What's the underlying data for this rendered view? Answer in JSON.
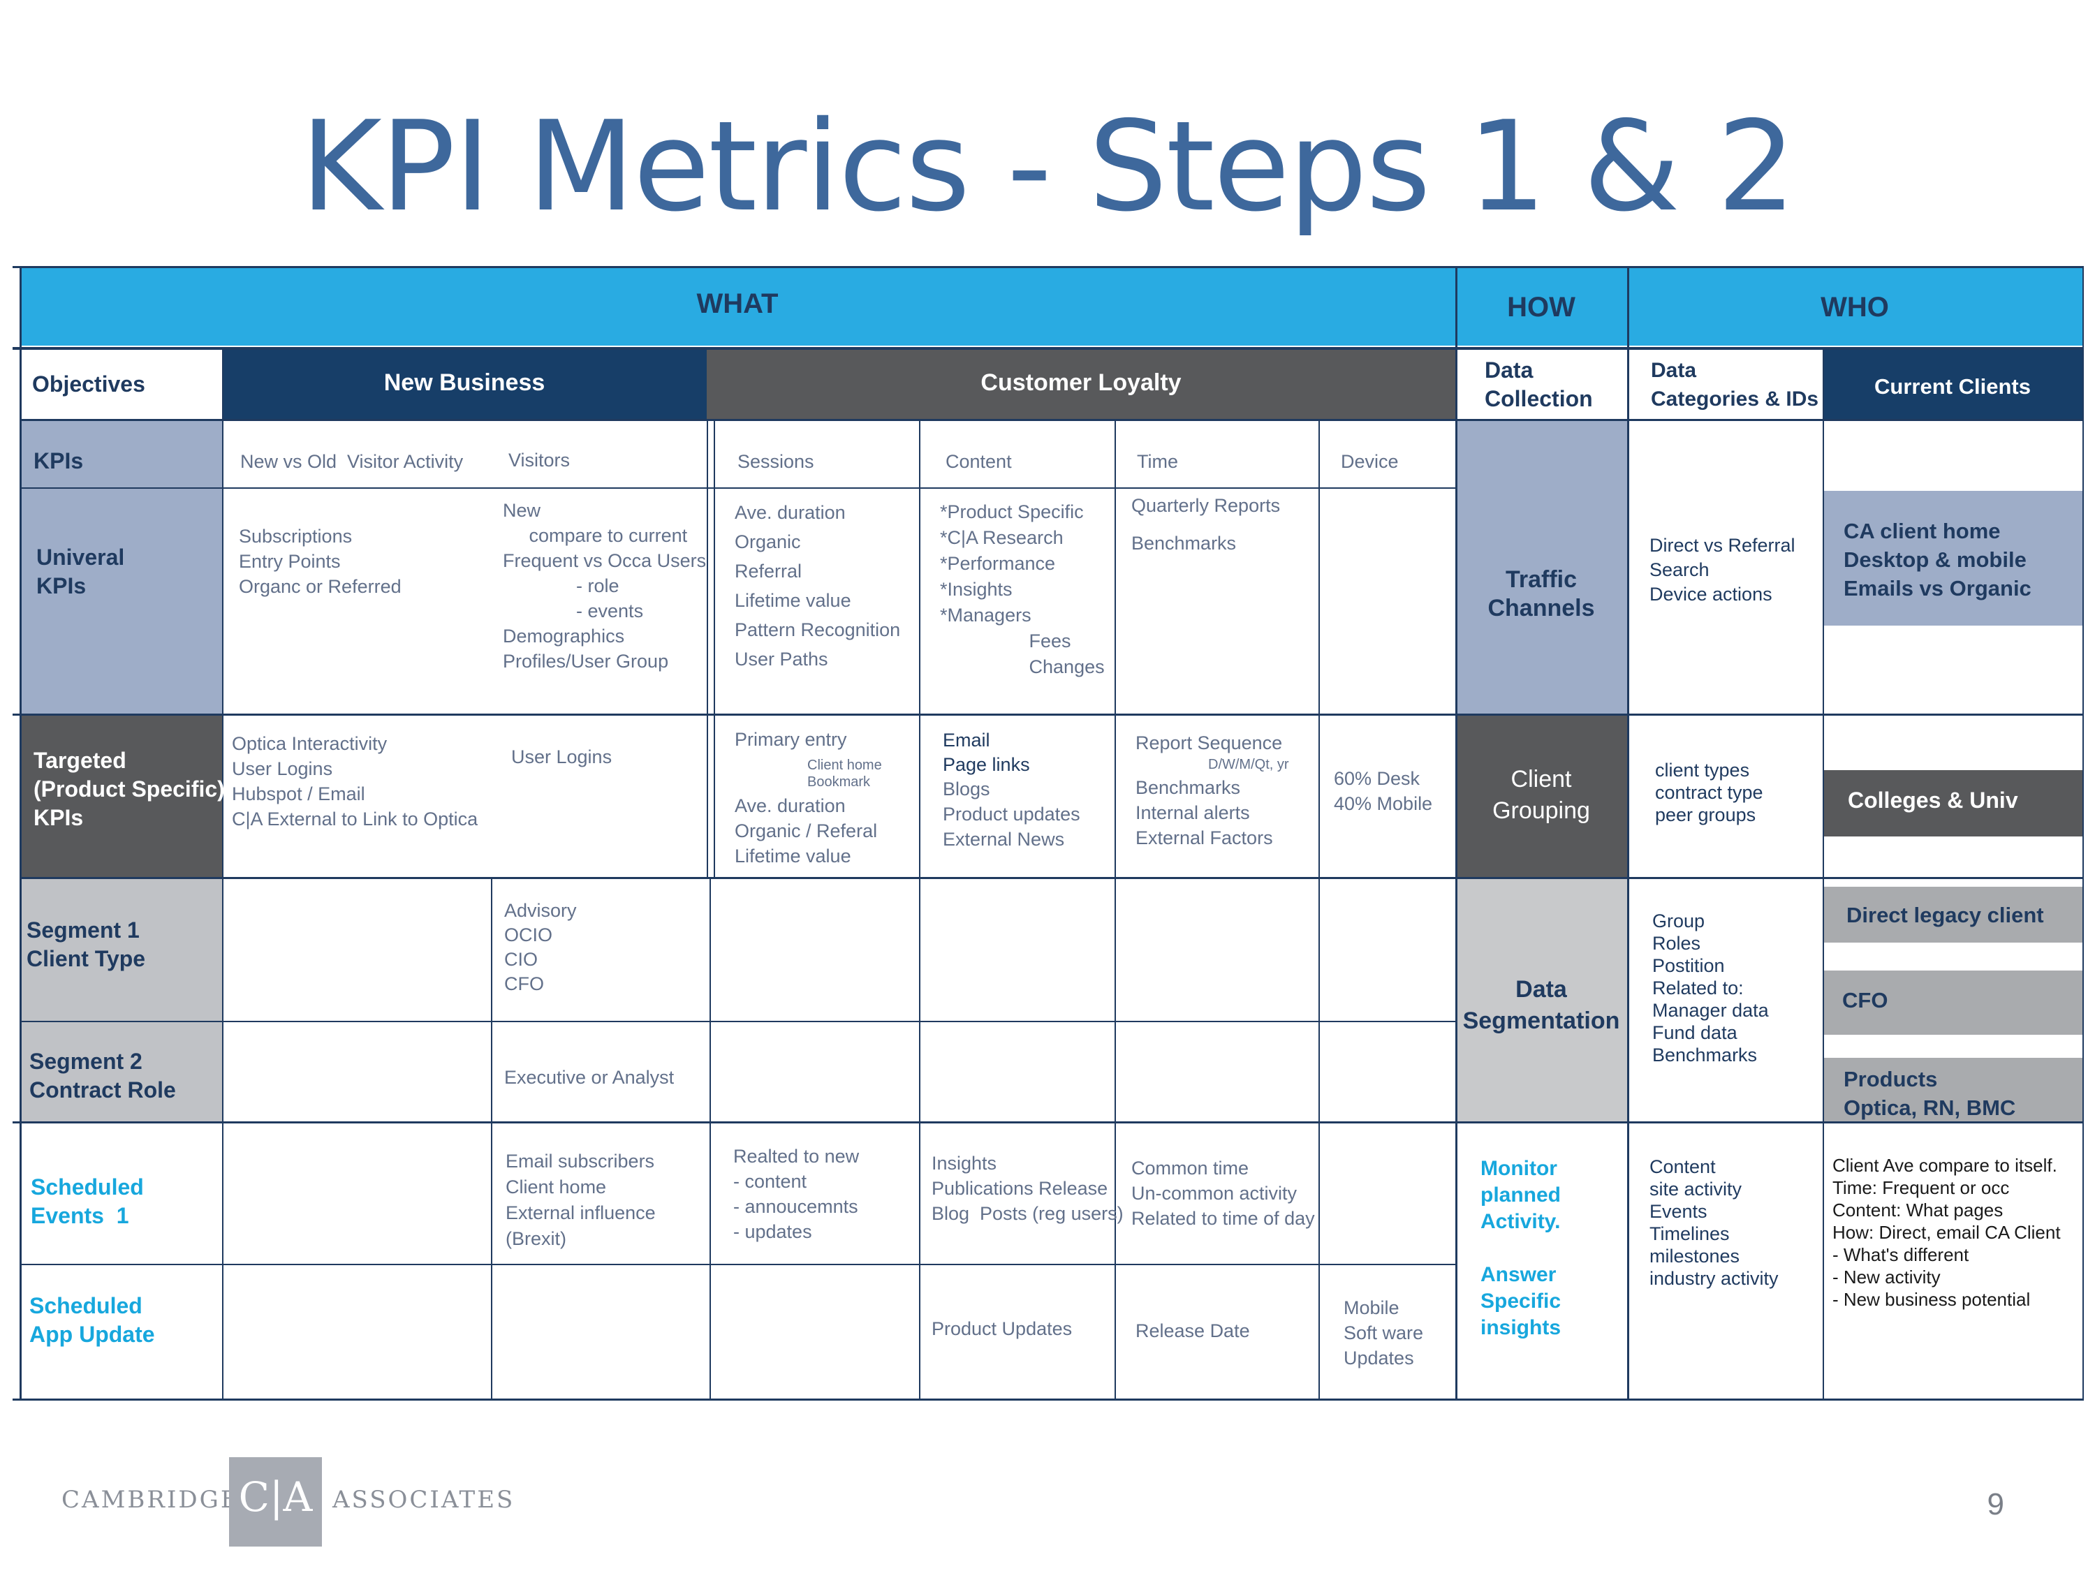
{
  "title": "KPI Metrics - Steps 1 & 2",
  "header": {
    "what": "WHAT",
    "how": "HOW",
    "who": "WHO"
  },
  "subheader": {
    "objectives": "Objectives",
    "new_business": "New Business",
    "customer_loyalty": "Customer Loyalty",
    "data_collection": "Data\nCollection",
    "data_categories": "Data\nCategories & IDs",
    "current_clients": "Current Clients"
  },
  "rows": {
    "kpis": {
      "label": "KPIs",
      "cells": [
        "New vs Old  Visitor Activity",
        "Visitors",
        "Sessions",
        "Content",
        "Time",
        "Device"
      ]
    },
    "universal": {
      "label": "Univeral\nKPIs",
      "cells": [
        "Subscriptions\nEntry Points\nOrganc or Referred",
        "New\n     compare to current\nFrequent vs Occa Users\n              - role\n              - events\nDemographics\nProfiles/User Group",
        "Ave. duration\nOrganic\nReferral\nLifetime value\nPattern Recognition\nUser Paths",
        "*Product Specific\n*C|A Research\n*Performance\n*Insights\n*Managers\n                 Fees\n                 Changes",
        "Quarterly Reports\n\nBenchmarks",
        ""
      ]
    },
    "targeted": {
      "label": "Targeted\n(Product Specific)\nKPIs",
      "cells": [
        "Optica Interactivity\nUser Logins\nHubspot / Email\nC|A External to Link to Optica",
        "User Logins",
        "Primary entry",
        "Page links",
        "Report Sequence",
        "60% Desk\n40% Mobile"
      ],
      "sessions_small": "Client home\nBookmark",
      "sessions_more": "Ave. duration\nOrganic / Referal\nLifetime value",
      "content_email": "Email",
      "content_more": "Blogs\nProduct updates\nExternal News",
      "time_small": "D/W/M/Qt, yr",
      "time_more": "Benchmarks\nInternal alerts\nExternal Factors"
    },
    "segment1": {
      "label": "Segment 1\nClient Type",
      "cells": [
        "Advisory\nOCIO\nCIO\nCFO"
      ]
    },
    "segment2": {
      "label": "Segment 2\nContract Role",
      "cells": [
        "Executive or Analyst"
      ]
    },
    "scheduled1": {
      "label": "Scheduled\nEvents  1",
      "cells": [
        "Email subscribers\nClient home\nExternal influence\n(Brexit)",
        "Realted to new\n- content\n- annoucemnts\n- updates",
        "Insights\nPublications Release\nBlog  Posts (reg users)",
        "Common time\nUn-common activity\nRelated to time of day"
      ]
    },
    "scheduled2": {
      "label": "Scheduled\nApp Update",
      "cells": [
        "Product Updates",
        "Release Date",
        "Mobile\nSoft ware\nUpdates"
      ]
    }
  },
  "how": {
    "traffic": "Traffic\nChannels",
    "client_grouping": "Client\nGrouping",
    "data_segmentation": "Data\nSegmentation",
    "monitor": "Monitor\nplanned\nActivity.\n\nAnswer\nSpecific\ninsights"
  },
  "data_cat": {
    "traffic": "Direct vs Referral\nSearch\nDevice actions",
    "grouping": "client types\ncontract type\npeer groups",
    "segmentation": "Group\nRoles\nPostition\nRelated to:\nManager data\nFund data\nBenchmarks",
    "events": "Content\nsite activity\nEvents\nTimelines\nmilestones\nindustry activity"
  },
  "clients": {
    "ca_home": "CA client home\nDesktop & mobile\nEmails vs Organic",
    "colleges": "Colleges & Univ",
    "direct_legacy": "Direct legacy client",
    "cfo": "CFO",
    "products": "Products\nOptica, RN, BMC",
    "compare": "Client Ave compare to itself.\nTime: Frequent or occ\nContent: What pages\nHow: Direct, email CA Client\n- What's different\n- New activity\n- New business potential"
  },
  "footer": {
    "logo_left": "CAMBRIDGE",
    "logo_mark": "C|A",
    "logo_right": "ASSOCIATES",
    "page_number": "9"
  },
  "colors": {
    "title": "#3e689c",
    "header_blue": "#29abe2",
    "navy": "#173e68",
    "dark_gray": "#58595b",
    "light_blue_gray": "#9eadc8",
    "light_gray": "#c8c9cb",
    "mid_gray": "#a9abae",
    "cyan_text": "#17a7dd"
  }
}
